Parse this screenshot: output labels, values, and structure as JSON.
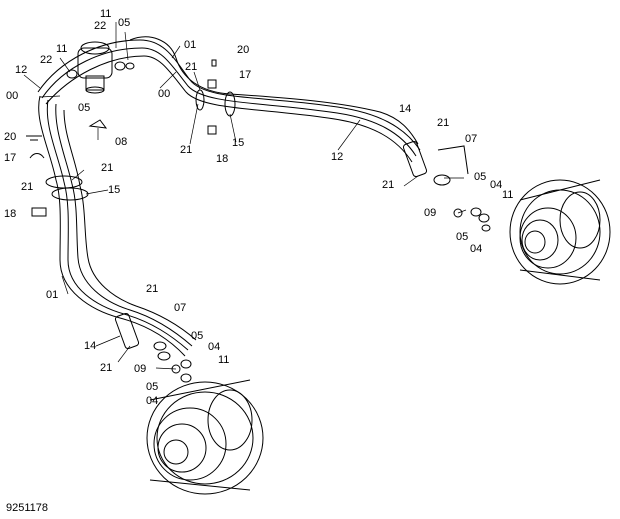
{
  "diagram": {
    "figure_number": "9251178",
    "callouts": [
      {
        "id": "c11a",
        "text": "11"
      },
      {
        "id": "c22a",
        "text": "22"
      },
      {
        "id": "c05a",
        "text": "05"
      },
      {
        "id": "c01a",
        "text": "01"
      },
      {
        "id": "c20a",
        "text": "20"
      },
      {
        "id": "c11b",
        "text": "11"
      },
      {
        "id": "c22b",
        "text": "22"
      },
      {
        "id": "c12a",
        "text": "12"
      },
      {
        "id": "c21a",
        "text": "21"
      },
      {
        "id": "c17a",
        "text": "17"
      },
      {
        "id": "c00a",
        "text": "00"
      },
      {
        "id": "c00b",
        "text": "00"
      },
      {
        "id": "c05b",
        "text": "05"
      },
      {
        "id": "c14a",
        "text": "14"
      },
      {
        "id": "c21b",
        "text": "21"
      },
      {
        "id": "c07a",
        "text": "07"
      },
      {
        "id": "c08a",
        "text": "08"
      },
      {
        "id": "c20b",
        "text": "20"
      },
      {
        "id": "c21c",
        "text": "21"
      },
      {
        "id": "c18a",
        "text": "18"
      },
      {
        "id": "c15a",
        "text": "15"
      },
      {
        "id": "c12b",
        "text": "12"
      },
      {
        "id": "c17b",
        "text": "17"
      },
      {
        "id": "c21d",
        "text": "21"
      },
      {
        "id": "c21e",
        "text": "21"
      },
      {
        "id": "c05c",
        "text": "05"
      },
      {
        "id": "c04a",
        "text": "04"
      },
      {
        "id": "c21f",
        "text": "21"
      },
      {
        "id": "c15b",
        "text": "15"
      },
      {
        "id": "c11c",
        "text": "11"
      },
      {
        "id": "c18b",
        "text": "18"
      },
      {
        "id": "c09a",
        "text": "09"
      },
      {
        "id": "c05d",
        "text": "05"
      },
      {
        "id": "c04b",
        "text": "04"
      },
      {
        "id": "c21g",
        "text": "21"
      },
      {
        "id": "c07b",
        "text": "07"
      },
      {
        "id": "c01b",
        "text": "01"
      },
      {
        "id": "c05e",
        "text": "05"
      },
      {
        "id": "c14b",
        "text": "14"
      },
      {
        "id": "c04c",
        "text": "04"
      },
      {
        "id": "c21h",
        "text": "21"
      },
      {
        "id": "c11d",
        "text": "11"
      },
      {
        "id": "c09b",
        "text": "09"
      },
      {
        "id": "c05f",
        "text": "05"
      },
      {
        "id": "c04d",
        "text": "04"
      }
    ]
  }
}
